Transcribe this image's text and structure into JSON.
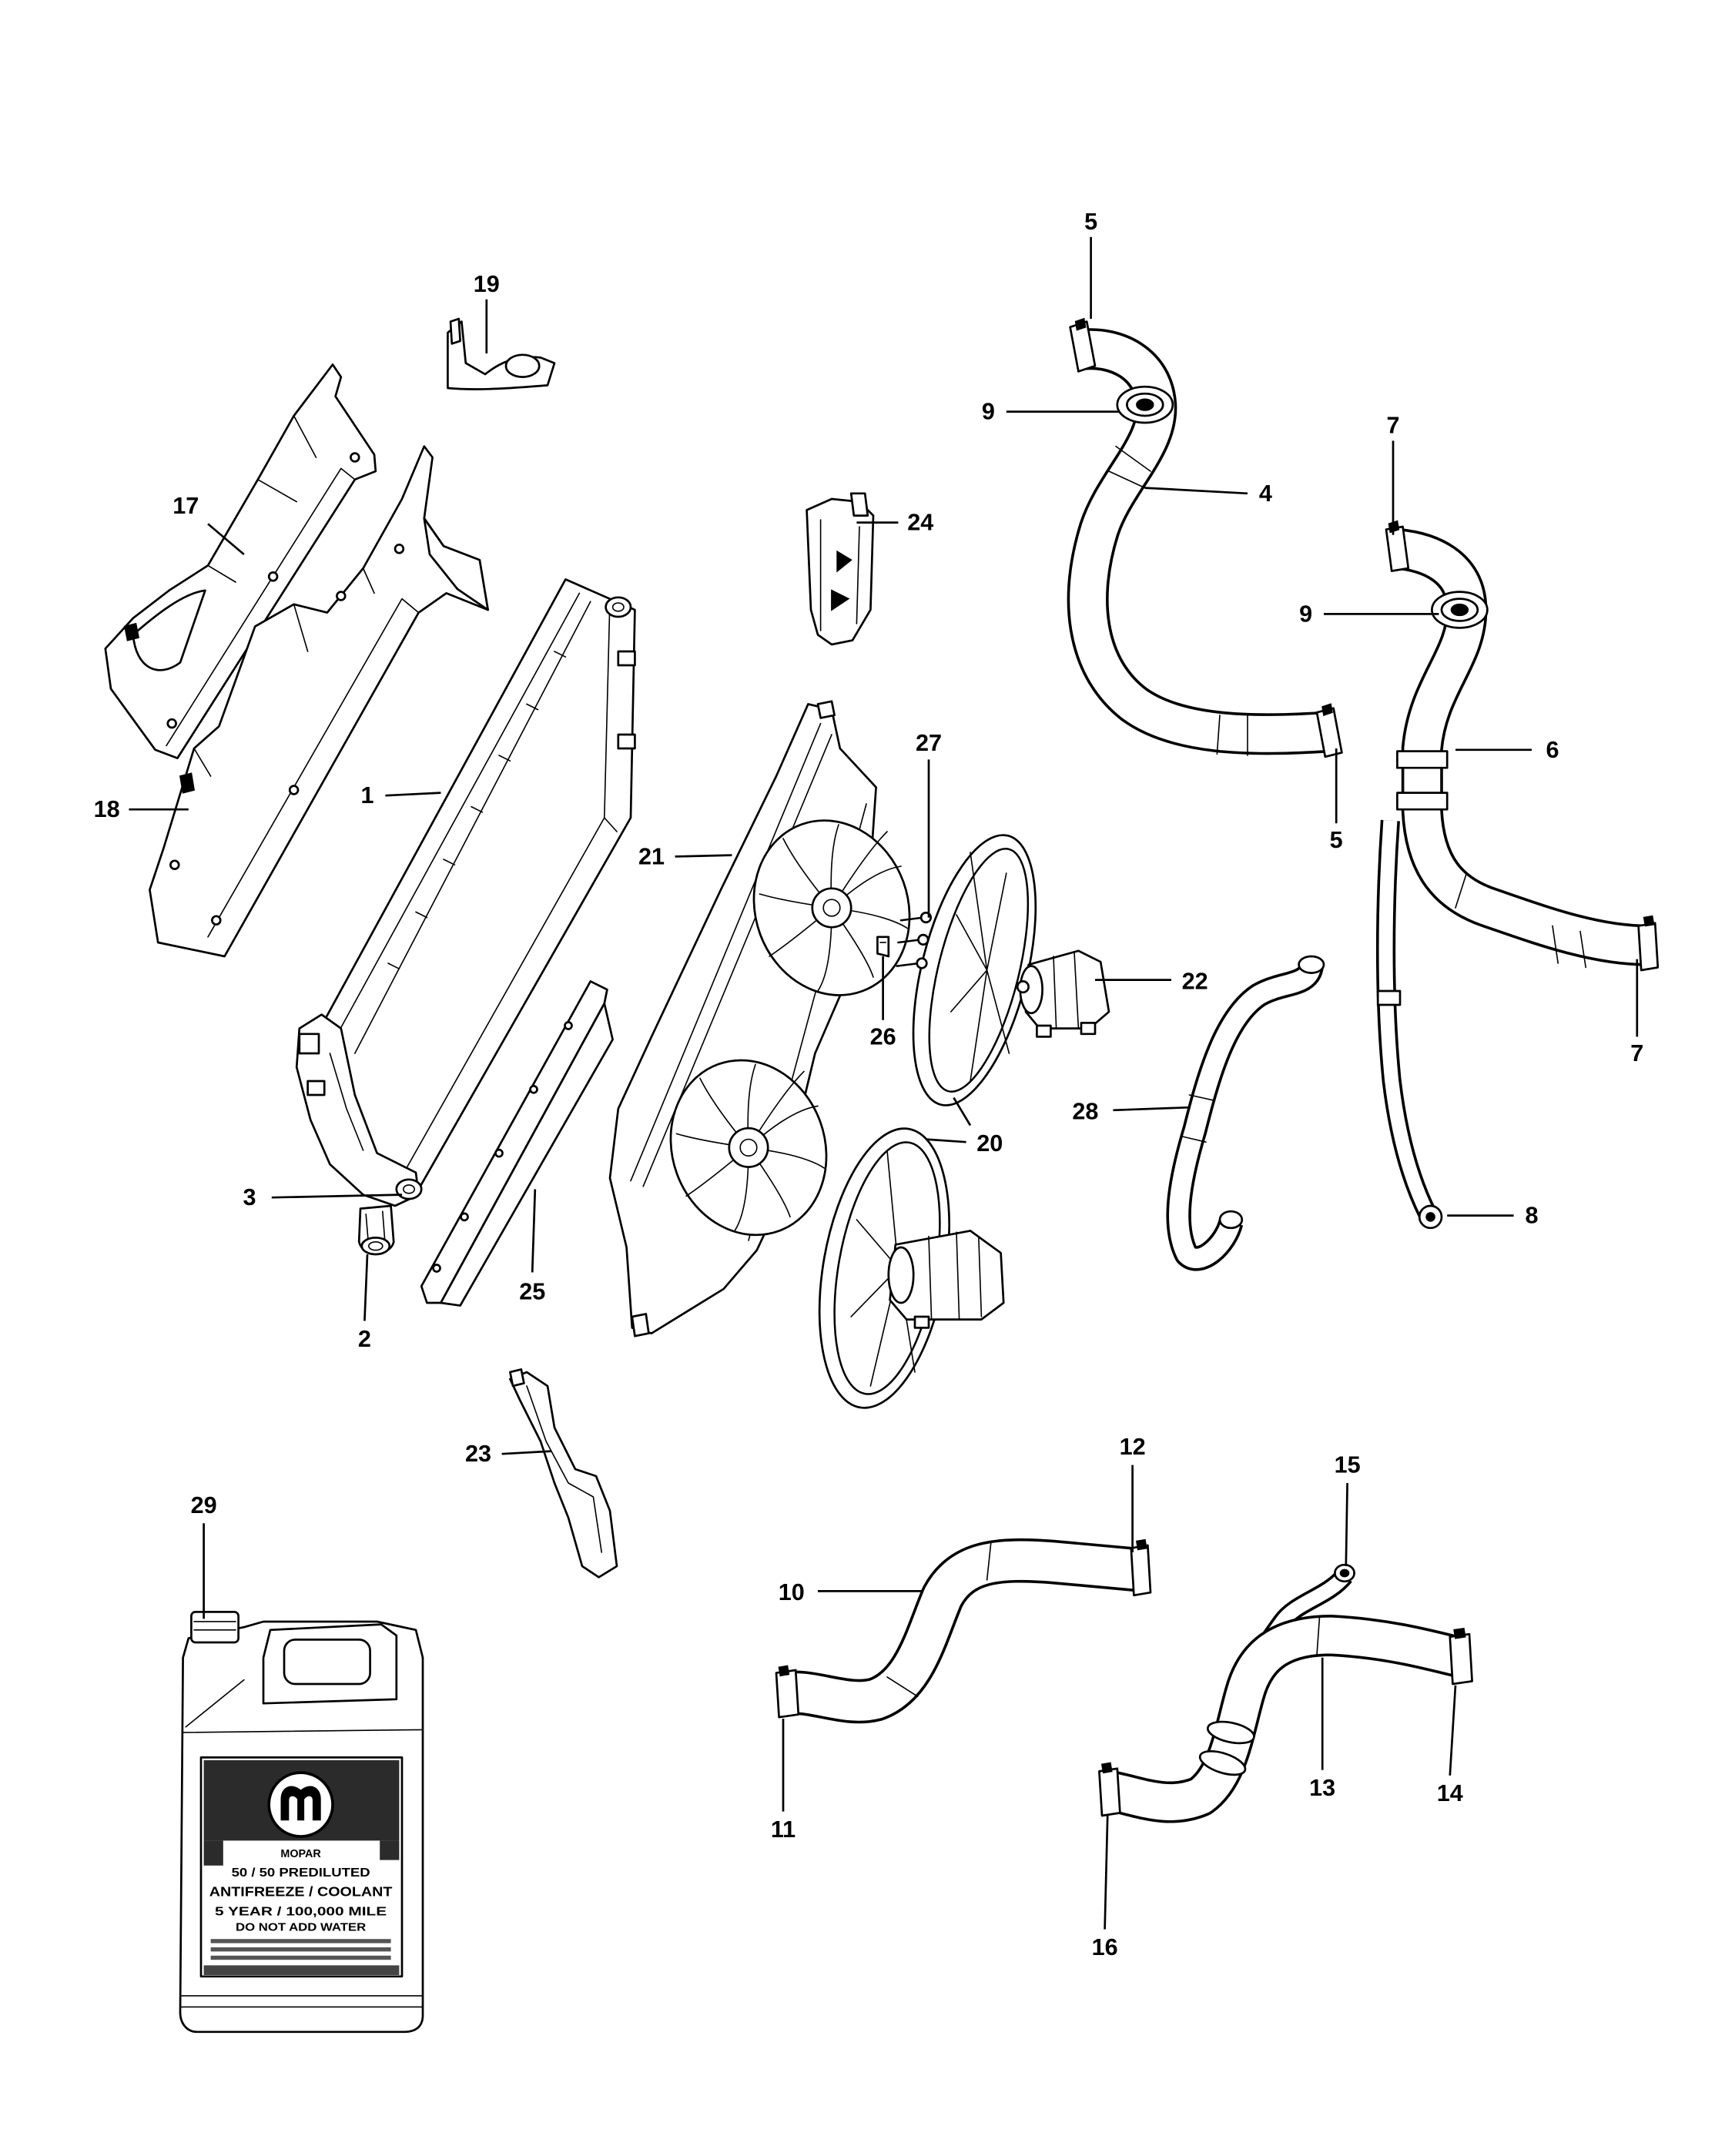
{
  "callouts": [
    "5",
    "9",
    "4",
    "7",
    "9",
    "6",
    "5",
    "7",
    "8",
    "19",
    "17",
    "24",
    "18",
    "1",
    "21",
    "27",
    "22",
    "26",
    "28",
    "20",
    "3",
    "2",
    "25",
    "23",
    "29",
    "12",
    "15",
    "10",
    "11",
    "13",
    "14",
    "16"
  ],
  "coolant_jug": {
    "brand": "MOPAR",
    "line1": "50 / 50 PREDILUTED",
    "line2": "ANTIFREEZE / COOLANT",
    "line3": "5 YEAR / 100,000 MILE",
    "line4": "DO NOT ADD WATER"
  },
  "colors": {
    "ink": "#000000",
    "paper": "#ffffff",
    "label_dark": "#2b2b2b"
  }
}
